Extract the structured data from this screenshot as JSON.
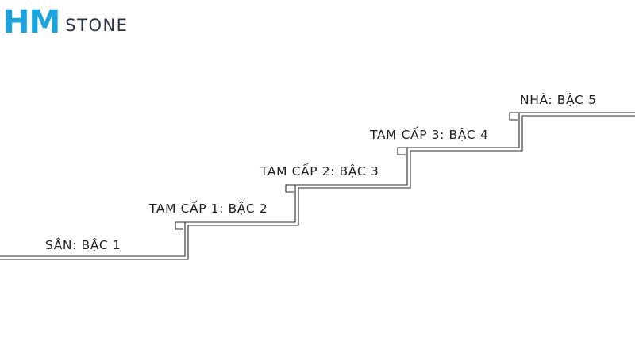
{
  "logo": {
    "mark": "HM",
    "word": "STONE",
    "mark_color": "#1aa3dd",
    "word_color": "#2b3440"
  },
  "diagram": {
    "line_color": "#2b2b2b",
    "steps": [
      {
        "label": "SÂN: BẬC 1"
      },
      {
        "label": "TAM CẤP 1: BẬC 2"
      },
      {
        "label": "TAM CẤP 2: BẬC 3"
      },
      {
        "label": "TAM CẤP 3: BẬC 4"
      },
      {
        "label": "NHÀ: BẬC 5"
      }
    ]
  }
}
